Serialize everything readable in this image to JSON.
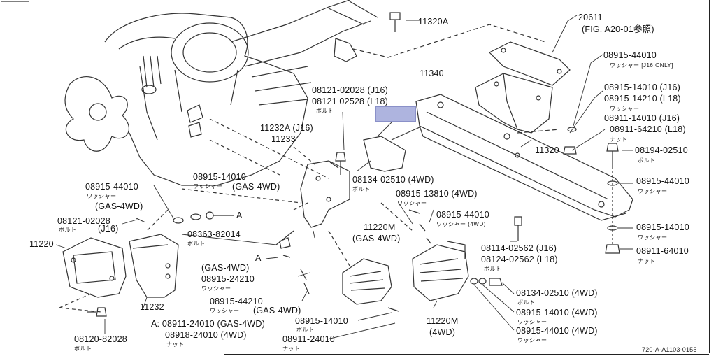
{
  "diagram": {
    "ref_code": "720-A-A1103-0155",
    "highlight_color": "#aeb4df",
    "labels": {
      "p20611": "20611",
      "p20611_ref": "(FIG. A20-01参照)",
      "p11320A": "11320A",
      "p11340": "11340",
      "p08915_44010_a": "08915-44010",
      "p08915_44010_a_note": "ワッシャー [J16 ONLY]",
      "p08915_14010_j16": "08915-14010 (J16)",
      "p08915_14210_l18": "08915-14210 (L18)",
      "washer_jp_1": "ワッシャー",
      "p08911_14010_j16": "08911-14010 (J16)",
      "p08911_64210_l18": "08911-64210 (L18)",
      "nut_jp_1": "ナット",
      "p08121_02028_j16": "08121-02028 (J16)",
      "p08121_02528_l18": "08121 02528 (L18)",
      "bolt_jp_1": "ボルト",
      "p11232A_j16": "11232A (J16)",
      "p11233": "11233",
      "p11320": "11320",
      "p08194_02510": "08194-02510",
      "bolt_jp_2": "ボルト",
      "p08915_14010_gas": "08915-14010",
      "washer_jp_2": "ワッシャー",
      "gas_4wd_1": "(GAS-4WD)",
      "p08134_02510_4wd_top": "08134-02510 (4WD)",
      "bolt_jp_3": "ボルト",
      "p08915_44010_right": "08915-44010",
      "washer_jp_3": "ワッシャー",
      "p08915_44010_left": "08915-44010",
      "washer_jp_4": "ワッシャー",
      "gas_4wd_2": "(GAS-4WD)",
      "p08915_13810_4wd": "08915-13810 (4WD)",
      "washer_jp_5": "ワッシャー",
      "p08915_44010_mid": "08915-44010",
      "washer_jp_6": "ワッシャー (4WD)",
      "p08121_02028_lower": "08121-02028",
      "bolt_jp_4": "ボルト",
      "j16_tag": "(J16)",
      "callout_a": "A",
      "callout_a2": "A",
      "p08363_82014": "08363-82014",
      "bolt_jp_5": "ボルト",
      "p11220": "11220",
      "p11220M": "11220M",
      "gas_4wd_3": "(GAS-4WD)",
      "p08915_14010_right2": "08915-14010",
      "washer_jp_7": "ワッシャー",
      "p08114_02562_j16": "08114-02562 (J16)",
      "p08124_02562_l18": "08124-02562 (L18)",
      "bolt_jp_6": "ボルト",
      "p08911_64010": "08911-64010",
      "nut_jp_2": "ナット",
      "gas_4wd_4": "(GAS-4WD)",
      "p08915_24210": "08915-24210",
      "washer_jp_8": "ワッシャー",
      "p08915_44210": "08915-44210",
      "washer_jp_9": "ワッシャー",
      "gas_4wd_5": "(GAS-4WD)",
      "p08134_02510_4wd_low": "08134-02510 (4WD)",
      "bolt_jp_7": "ボルト",
      "p08915_14010_4wd": "08915-14010 (4WD)",
      "washer_jp_10": "ワッシャー",
      "p08915_44010_4wd": "08915-44010 (4WD)",
      "washer_jp_11": "ワッシャー",
      "p11232": "11232",
      "p11220M_4wd": "11220M",
      "tag_4wd": "(4WD)",
      "p08915_14010_bottom": "08915-14010",
      "bolt_jp_8": "ボルト",
      "p08911_24010": "08911-24010",
      "nut_jp_3": "ナット",
      "a_note_line1": "A: 08911-24010 (GAS-4WD)",
      "a_note_line2": "08918-24010 (4WD)",
      "nut_jp_4": "ナット",
      "p08120_82028": "08120-82028",
      "bolt_jp_9": "ボルト",
      "p08915_44010_gas_left": "08915-44010",
      "washer_jp_12": "ワッシャー",
      "gas_4wd_6": "(GAS-4WD)"
    }
  }
}
